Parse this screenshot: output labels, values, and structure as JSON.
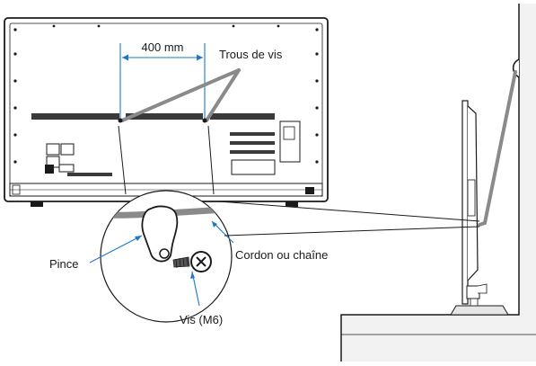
{
  "labels": {
    "dimension": "400 mm",
    "screw_holes": "Trous de vis",
    "clamp": "Pince",
    "cord_or_chain": "Cordon ou chaîne",
    "screw": "Vis (M6)"
  },
  "colors": {
    "line": "#1a1a1a",
    "leader_blue": "#1f78c8",
    "cord_grey": "#8a8a8a",
    "wall_fill": "#f2f2f2"
  }
}
